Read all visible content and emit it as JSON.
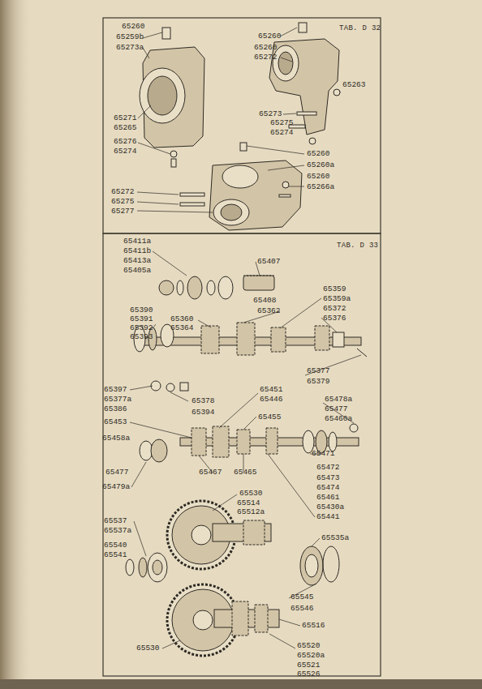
{
  "diagram": {
    "labels": [
      "TAB. D 32",
      "65260",
      "65259b",
      "65273a",
      "65271",
      "65265",
      "65276",
      "65274",
      "65260",
      "65260",
      "65272",
      "65263",
      "65273",
      "65275",
      "65274",
      "65260",
      "65272",
      "65260a",
      "65275",
      "65260",
      "65266a",
      "65277",
      "TAB. D 33",
      "65411a",
      "65411b",
      "65413a",
      "65405a",
      "65407",
      "65408",
      "65390",
      "65391",
      "65392",
      "65393",
      "65360",
      "65364",
      "65362",
      "65359",
      "65359a",
      "65372",
      "65376",
      "65377",
      "65379",
      "65397",
      "65377a",
      "65386",
      "65378",
      "65394",
      "65451",
      "65446",
      "65478a",
      "65477",
      "65460a",
      "65455",
      "65453",
      "65458a",
      "65471",
      "65472",
      "65473",
      "65474",
      "65461",
      "65430a",
      "65441",
      "65467",
      "65465",
      "65477",
      "65479a",
      "65530",
      "65514",
      "65512a",
      "65537",
      "65537a",
      "65540",
      "65541",
      "65535a",
      "65545",
      "65546",
      "65516",
      "65530",
      "65520",
      "65520a",
      "65521",
      "65526"
    ]
  }
}
